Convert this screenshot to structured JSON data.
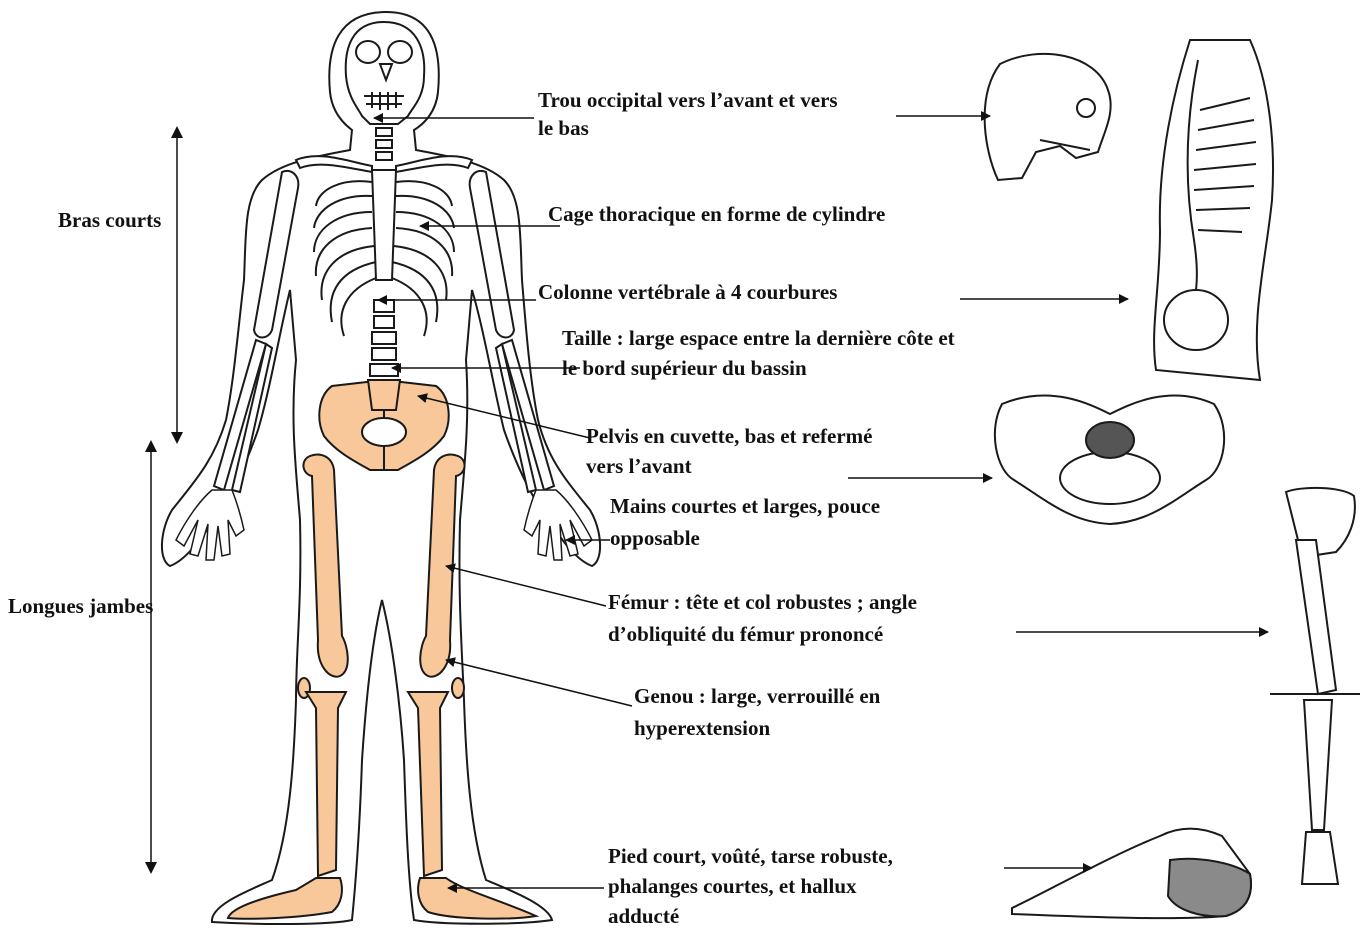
{
  "labels": {
    "bras_courts": "Bras courts",
    "longues_jambes": "Longues jambes",
    "trou_l1": "Trou occipital vers l’avant et vers",
    "trou_l2": "le bas",
    "cage": "Cage thoracique en forme de cylindre",
    "colonne": "Colonne vertébrale à 4 courbures",
    "taille_l1": "Taille : large espace entre la dernière côte et",
    "taille_l2": "le bord supérieur du bassin",
    "pelvis_l1": "Pelvis en cuvette, bas et refermé",
    "pelvis_l2": "vers l’avant",
    "mains_l1": "Mains courtes et larges, pouce",
    "mains_l2": "opposable",
    "femur_l1": "Fémur : tête et col robustes ; angle",
    "femur_l2": "d’obliquité du fémur prononcé",
    "genou_l1": "Genou : large, verrouillé en",
    "genou_l2": "hyperextension",
    "pied_l1": "Pied court, voûté, tarse robuste,",
    "pied_l2": "phalanges courtes, et hallux",
    "pied_l3": "adducté"
  },
  "colors": {
    "highlight_bone": "#f8c79a",
    "outline": "#1a1a1a",
    "foot_tarsus": "#8a8a8a"
  }
}
